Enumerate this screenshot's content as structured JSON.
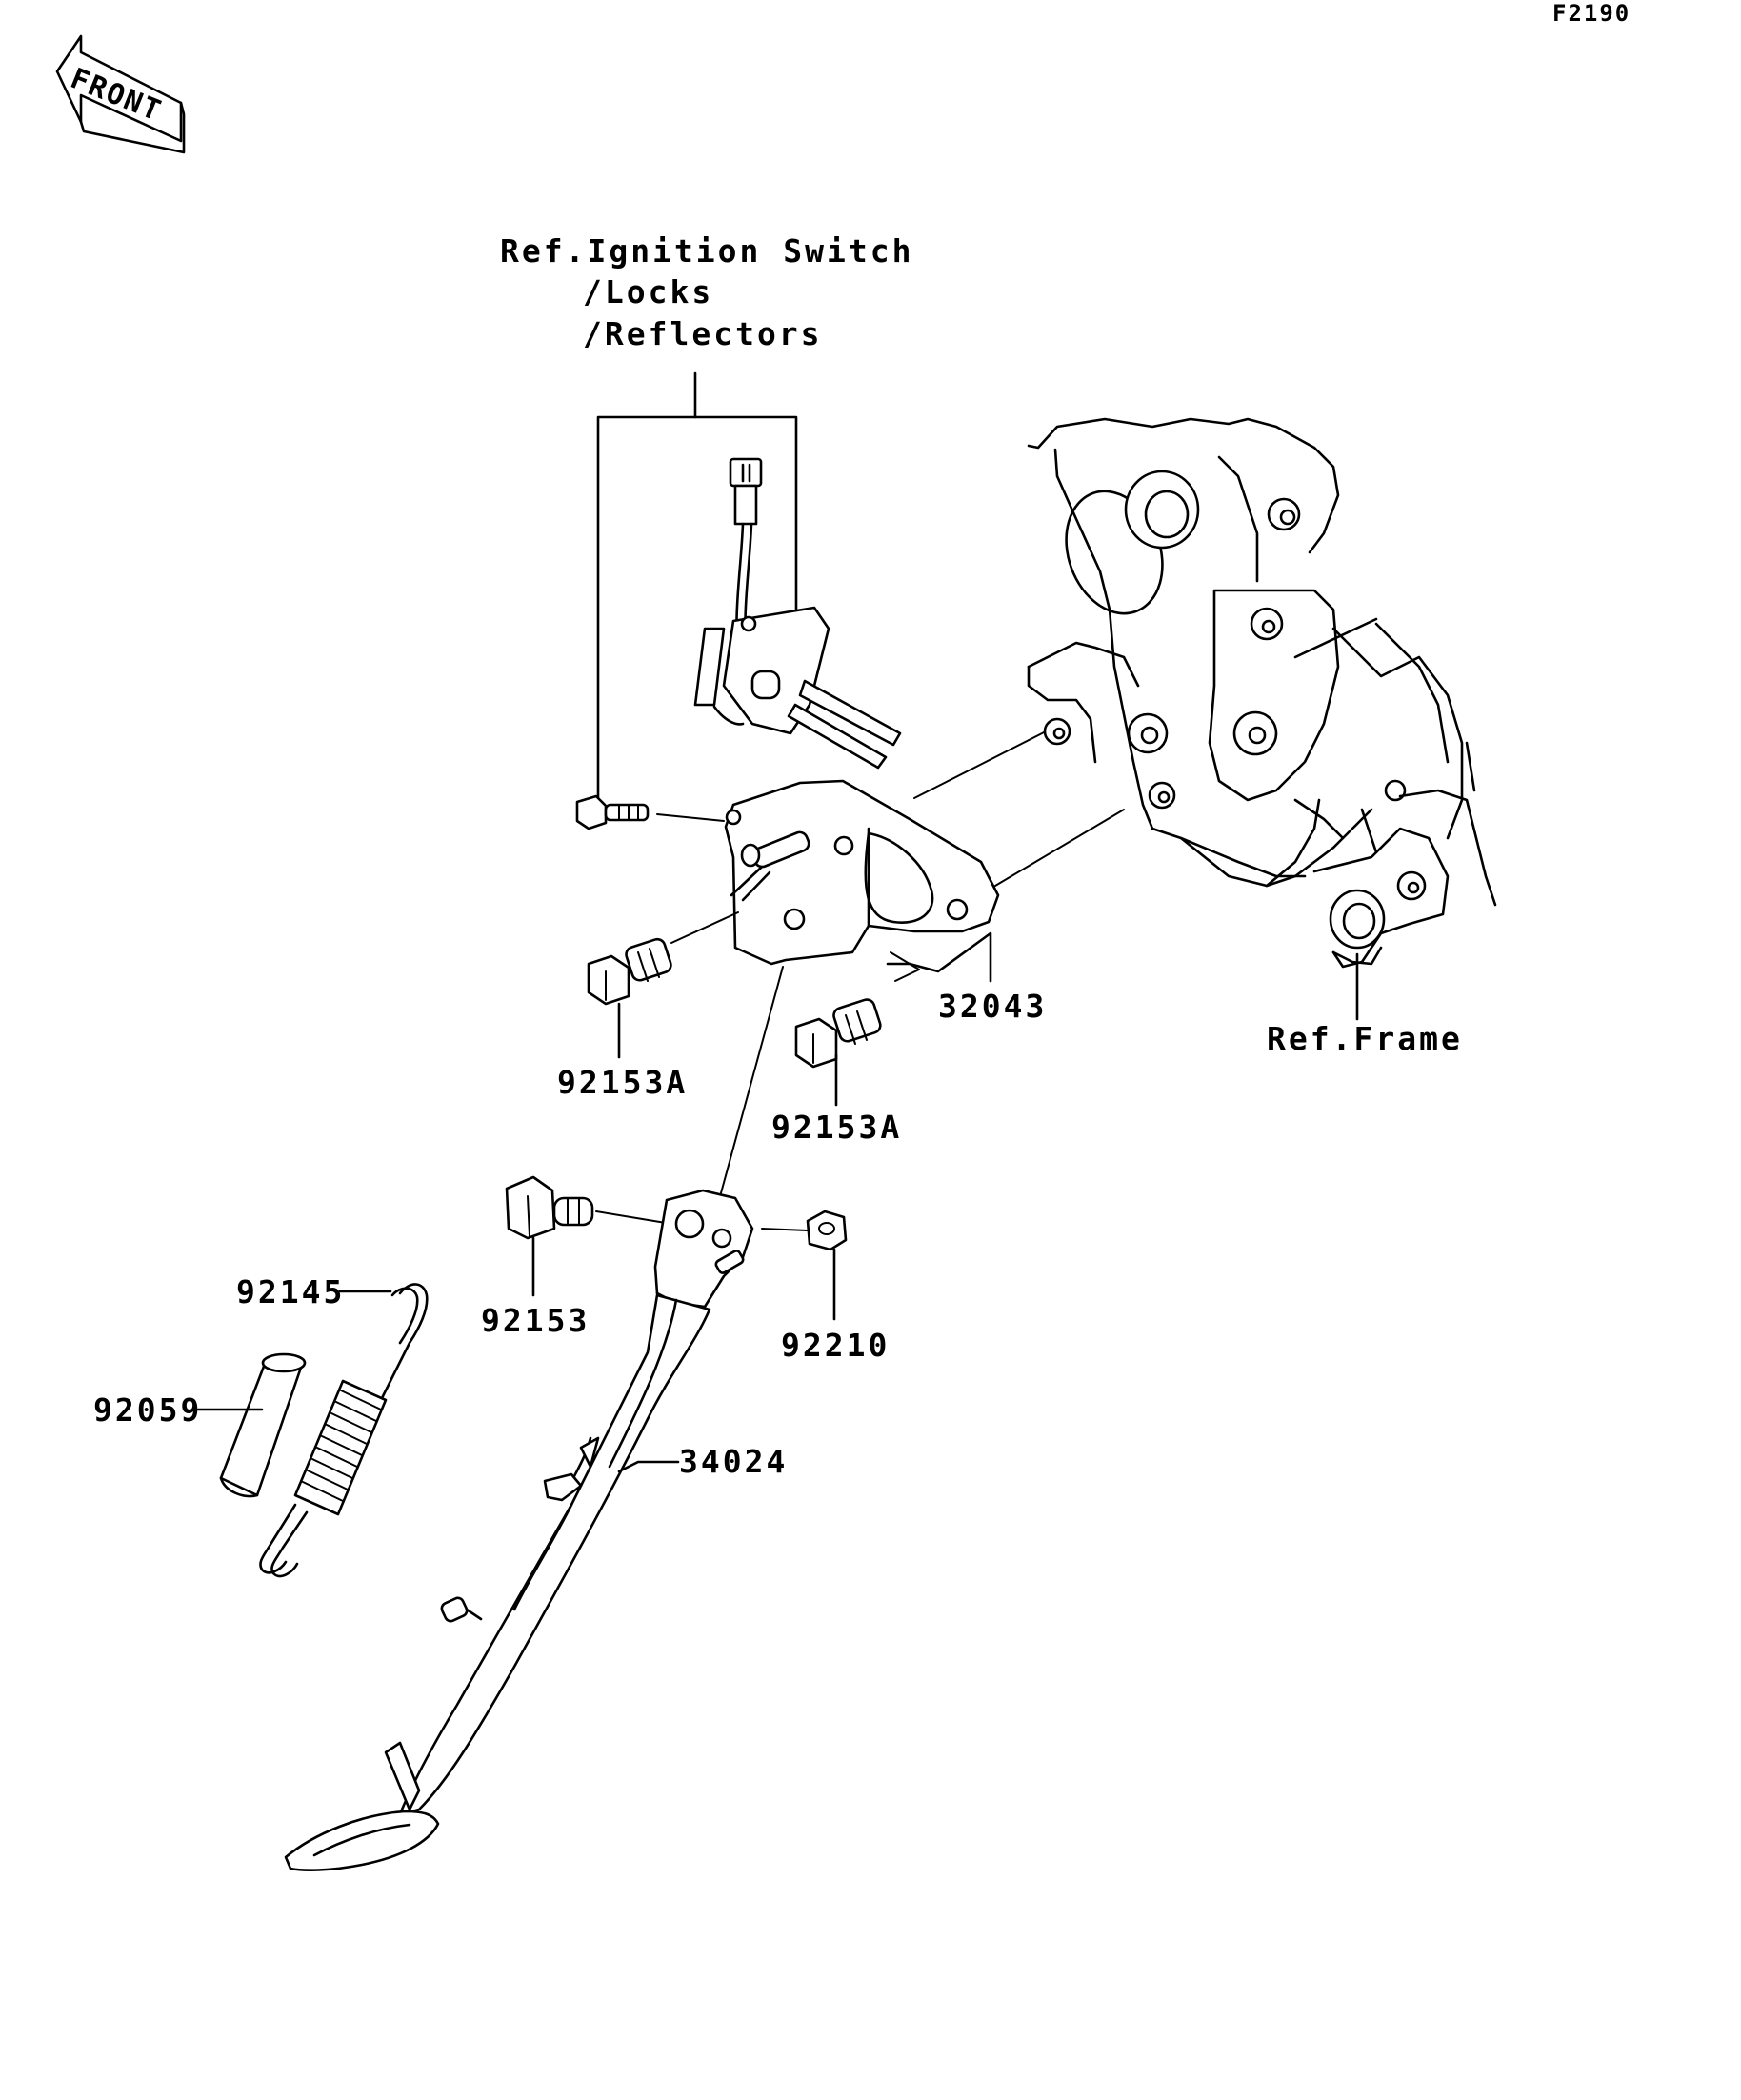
{
  "diagram_code": "F2190",
  "front_arrow": {
    "label": "FRONT",
    "icon": "front-direction-arrow-icon"
  },
  "references": {
    "ignition_line1": "Ref.Ignition Switch",
    "ignition_line2": "/Locks",
    "ignition_line3": "/Reflectors",
    "frame": "Ref.Frame"
  },
  "parts": [
    {
      "number": "32043",
      "name": "bracket-icon"
    },
    {
      "number": "92153A",
      "name": "bracket-bolt-upper-icon"
    },
    {
      "number": "92153A",
      "name": "bracket-bolt-lower-icon"
    },
    {
      "number": "92153",
      "name": "stand-pivot-bolt-icon"
    },
    {
      "number": "92210",
      "name": "nut-icon"
    },
    {
      "number": "92145",
      "name": "spring-icon"
    },
    {
      "number": "92059",
      "name": "sleeve-icon"
    },
    {
      "number": "34024",
      "name": "side-stand-icon"
    }
  ]
}
